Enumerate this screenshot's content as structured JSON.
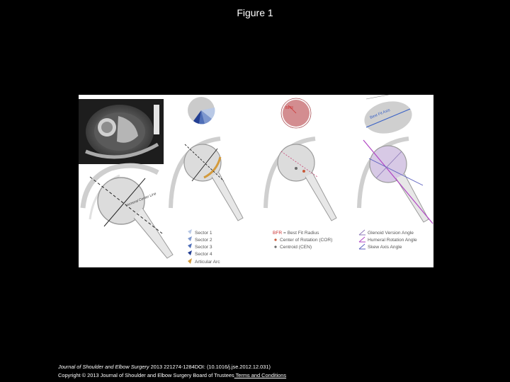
{
  "page": {
    "title": "Figure 1"
  },
  "figure": {
    "labels": {
      "best_fit_axis": "Best Fit Axis",
      "humeral_center_line": "Humeral Center Line",
      "bfr_short": "BFR"
    },
    "legend_sectors": [
      "Sector 1",
      "Sector 2",
      "Sector 3",
      "Sector 4",
      "Articular Arc"
    ],
    "legend_fit": {
      "bfr_key": "BFR",
      "bfr_text": " = Best Fit Radius",
      "cor": "Center of Rotation (COR)",
      "cen": "Centroid (CEN)"
    },
    "legend_angles": [
      "Glenoid Version Angle",
      "Humeral Rotation Angle",
      "Skew Axis Angle"
    ],
    "colors": {
      "sector_1": "#b9c9e6",
      "sector_2": "#7e98cf",
      "sector_3": "#4f6fb8",
      "sector_4": "#233f93",
      "articular_arc": "#d39a3c",
      "bfr": "#c4676b",
      "best_fit_axis": "#3b63c6",
      "glenoid_version": "#8e7ab9",
      "humeral_rotation": "#b146c4",
      "skew_axis": "#5b5fbf"
    }
  },
  "footer": {
    "journal": "Journal of Shoulder and Elbow Surgery",
    "citation": " 2013 221274-1284DOI: (10.1016/j.jse.2012.12.031)",
    "copyright": "Copyright © 2013 Journal of Shoulder and Elbow Surgery Board of Trustees",
    "terms_link": " Terms and Conditions"
  }
}
